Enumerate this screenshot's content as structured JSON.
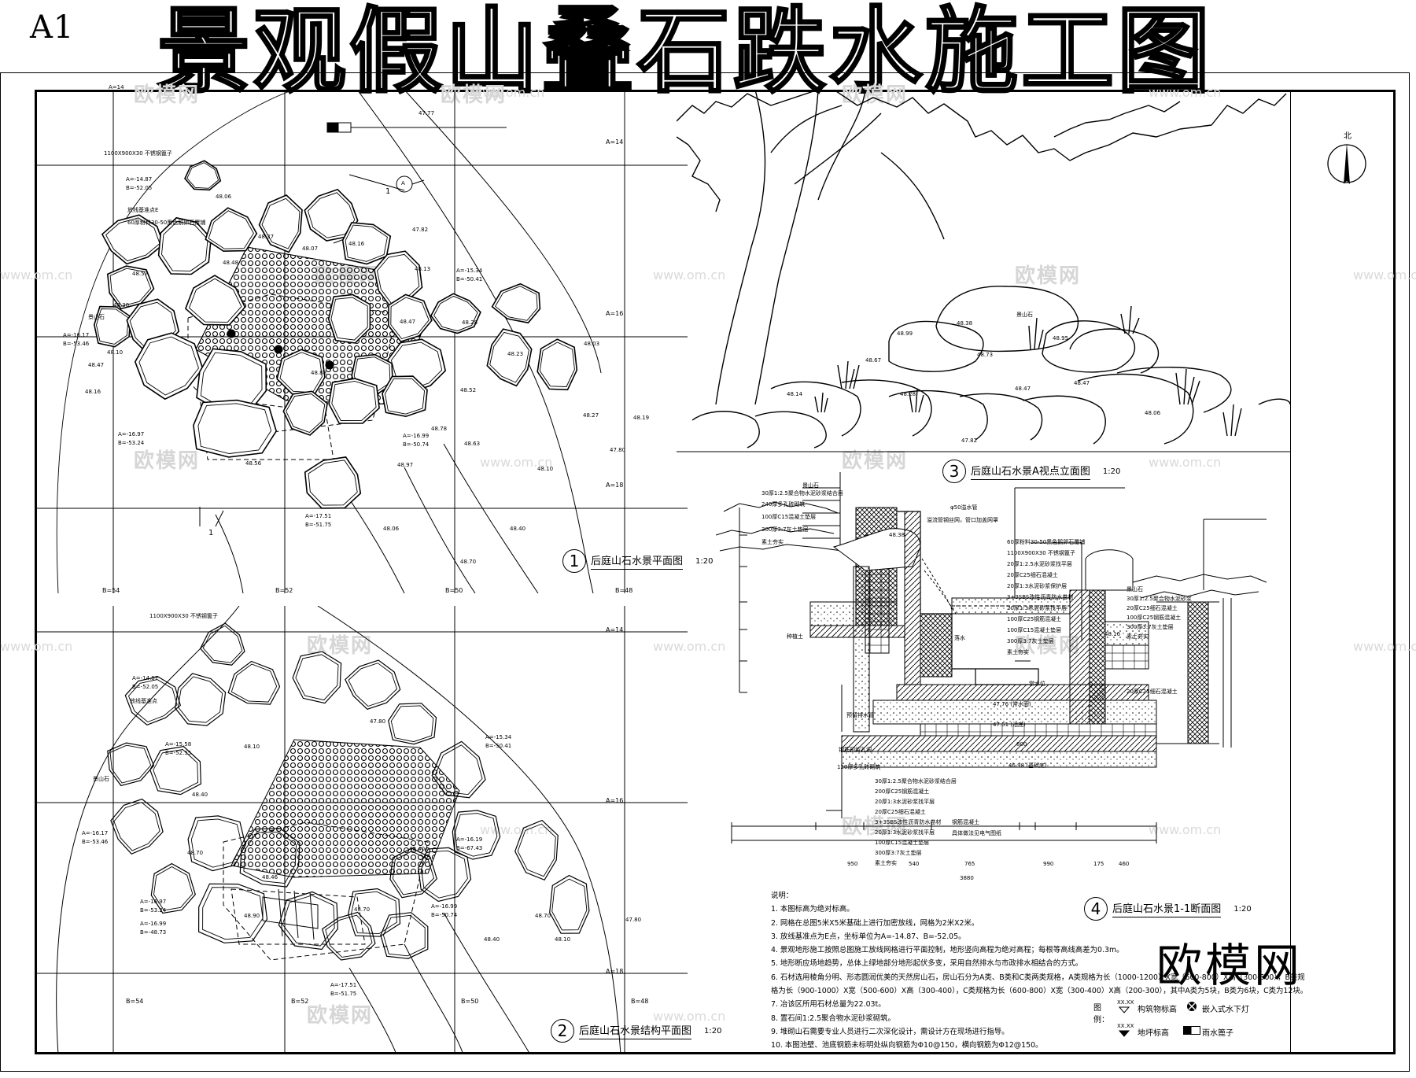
{
  "sheet_label": "A1",
  "title": "景观假山叠石跌水施工图",
  "views": {
    "plan": {
      "num": "1",
      "title": "后庭山石水景平面图",
      "scale": "1:20"
    },
    "struct": {
      "num": "2",
      "title": "后庭山石水景结构平面图",
      "scale": "1:20"
    },
    "elevation": {
      "num": "3",
      "title": "后庭山石水景A视点立面图",
      "scale": "1:20"
    },
    "section": {
      "num": "4",
      "title": "后庭山石水景1-1断面图",
      "scale": "1:20"
    }
  },
  "grid_labels": {
    "a14": "A=14",
    "a16": "A=16",
    "a18": "A=18",
    "b54": "B=54",
    "b52": "B=52",
    "b50": "B=50",
    "b48": "B=48"
  },
  "plan_labels": {
    "coord1_a": "A=-14.87",
    "coord1_b": "B=-52.05",
    "coord2_a": "A=-15.34",
    "coord2_b": "B=-50.41",
    "coord3_a": "A=-16.17",
    "coord3_b": "B=-53.46",
    "coord4_a": "A=-16.97",
    "coord4_b": "B=-53.24",
    "coord5_a": "A=-16.99",
    "coord5_b": "B=-50.74",
    "coord6_a": "A=-17.51",
    "coord6_b": "B=-51.75",
    "grate": "1100X900X30 不锈钢篦子",
    "base": "放线基准点E",
    "pipe": "60厚粉料30-50黑色鹅卵石覆铺",
    "elev_top": "47.77",
    "callout": "A",
    "section_mark": "1",
    "e1": "48.06",
    "e2": "47.82",
    "e3": "48.37",
    "e4": "48.07",
    "e5": "48.16",
    "e6": "48.48",
    "e7": "48.13",
    "e8": "48.57",
    "e9": "48.30",
    "e10": "48.47",
    "e11": "48.28",
    "e12": "48.03",
    "e13": "48.23",
    "e14": "48.10",
    "e15": "48.52",
    "e16": "48.27",
    "e17": "48.19",
    "e18": "48.78",
    "e19": "48.63",
    "e20": "48.97",
    "e21": "48.56",
    "e22": "48.06",
    "e23": "47.80",
    "e24": "48.10",
    "e25": "48.70",
    "e26": "48.40",
    "e27": "48.88",
    "e28": "48.16",
    "e29": "48.47",
    "stone": "景山石"
  },
  "struct_labels": {
    "grate": "1100X900X30 不锈钢篦子",
    "c1a": "A=-14.87",
    "c1b": "B=-52.05",
    "c2a": "A=-15.34",
    "c2b": "B=-50.41",
    "c3a": "A=-15.58",
    "c3b": "B=-52.55",
    "c4a": "A=-16.17",
    "c4b": "B=-53.46",
    "c5a": "A=-16.19",
    "c5b": "B=-67.43",
    "c6a": "A=-16.97",
    "c6b": "B=-53.24",
    "c7a": "A=-16.99",
    "c7b": "B=-48.73",
    "c8a": "A=-16.99",
    "c8b": "B=-50.74",
    "c9a": "A=-17.51",
    "c9b": "B=-51.75",
    "base": "放线基准点",
    "stone": "景山石",
    "e1": "47.80",
    "e2": "48.10",
    "e3": "48.40",
    "e4": "48.70",
    "e5": "48.46",
    "e6": "48.90",
    "e7": "48.70",
    "e8": "48.40",
    "e9": "48.10",
    "e10": "47.80",
    "e11": "48.40",
    "e12": "48.70"
  },
  "elev_labels": {
    "stone": "景山石",
    "e1": "48.38",
    "e2": "48.99",
    "e3": "48.73",
    "e4": "48.95",
    "e5": "48.67",
    "e6": "48.47",
    "e7": "48.28",
    "e8": "48.14",
    "e9": "48.06",
    "e10": "47.82",
    "e11": "48.47"
  },
  "section_labels": {
    "top1": "景山石",
    "top2": "30厚1:2.5聚合物水泥砂浆结合层",
    "top3": "240厚多孔砖砌筑",
    "top4": "100厚C15混凝土垫层",
    "top5": "300厚3:7灰土垫层",
    "top6": "素土夯实",
    "mid1": "φ50溢水管",
    "mid2": "溢流管钢丝网，管口加盖网罩",
    "r1": "60厚粉料30-50黑色鹅卵石覆铺",
    "r2": "1100X900X30 不锈钢篦子",
    "r3": "20厚1:2.5水泥砂浆找平层",
    "r4": "20厚C25细石混凝土",
    "r5": "20厚1:3水泥砂浆保护层",
    "r6": "3+3SBS改性沥青防水卷材",
    "r7": "20厚1:3水泥砂浆找平层",
    "r8": "100厚C25钢筋混凝土",
    "r9": "100厚C15混凝土垫层",
    "r10": "300厚3:7灰土垫层",
    "r11": "素土夯实",
    "rr1": "景山石",
    "rr2": "30厚1:2.5聚合物水泥砂浆",
    "rr3": "20厚C25细石混凝土",
    "rr4": "100厚C25钢筋混凝土",
    "rr5": "300厚3:7灰土垫层",
    "rr6": "素土夯实",
    "b1": "30厚1:2.5聚合物水泥砂浆结合层",
    "b2": "200厚C25钢筋混凝土",
    "b3": "20厚1:3水泥砂浆找平层",
    "b4": "20厚C25细石混凝土",
    "b5": "3+3SBS改性沥青防水卷材",
    "b6": "20厚1:3水泥砂浆找平层",
    "b7": "100厚C15混凝土垫层",
    "b8": "300厚3:7灰土垫层",
    "b9": "素土夯实",
    "b10": "钢筋混凝土",
    "b11": "具体做法见电气图纸",
    "plant": "种植土",
    "outlet": "预留排水管",
    "water1": "47.76 (常水面)",
    "water2": "47.51 (池底)",
    "w800": "800",
    "e1": "48.38",
    "e2": "46.98 (基础底)",
    "e3": "48.16",
    "left_note": "钢筋预留孔洞",
    "drop": "落水",
    "pool": "常水位",
    "level": "120厚多孔砖砌筑",
    "dims": [
      "950",
      "540",
      "765",
      "990",
      "175",
      "460"
    ],
    "total": "3880"
  },
  "notes": {
    "head": "说明：",
    "n1": "1. 本图标高为绝对标高。",
    "n2": "2. 网格在总图5米X5米基础上进行加密放线，网格为2米X2米。",
    "n3": "3. 放线基准点为E点，坐标单位为A=-14.87、B=-52.05。",
    "n4": "4. 景观地形施工按照总图施工放线网格进行平面控制，地形竖向高程为绝对高程；每根等高线高差为0.3m。",
    "n5": "5. 地形断应场地趋势，总体上绿地部分地形起伏多变，采用自然排水与市政排水相结合的方式。",
    "n6a": "6. 石材选用棱角分明、形态圆润优美的天然房山石，房山石分为A类、B类和C类两类规格，A类规格为长（1000-1200）X宽（600-800）X高（300-500），B类规",
    "n6b": "格为长（900-1000）X宽（500-600）X高（300-400），C类规格为长（600-800）X宽（300-400）X高（200-300），其中A类为5块，B类为6块，C类为12块。",
    "n7": "7. 冶该区所用石材总量为22.03t。",
    "n8": "8. 置石间1:2.5聚合物水泥砂浆砌筑。",
    "n9": "9. 堆砌山石需要专业人员进行二次深化设计，需设计方在现场进行指导。",
    "n10": "10. 本图池壁、池底钢筋未标明处纵向钢筋为Φ10@150，横向钢筋为Φ12@150。"
  },
  "legend": {
    "title": "图例：",
    "elev_sym": "XX.XX",
    "elev": "构筑物标高",
    "ground_sym": "XX.XX",
    "ground": "地坪标高",
    "light": "嵌入式水下灯",
    "drain": "雨水篦子"
  },
  "watermarks": {
    "brand": "欧模网",
    "site": "www.om.cn"
  },
  "logo": "欧模网",
  "north": "北"
}
